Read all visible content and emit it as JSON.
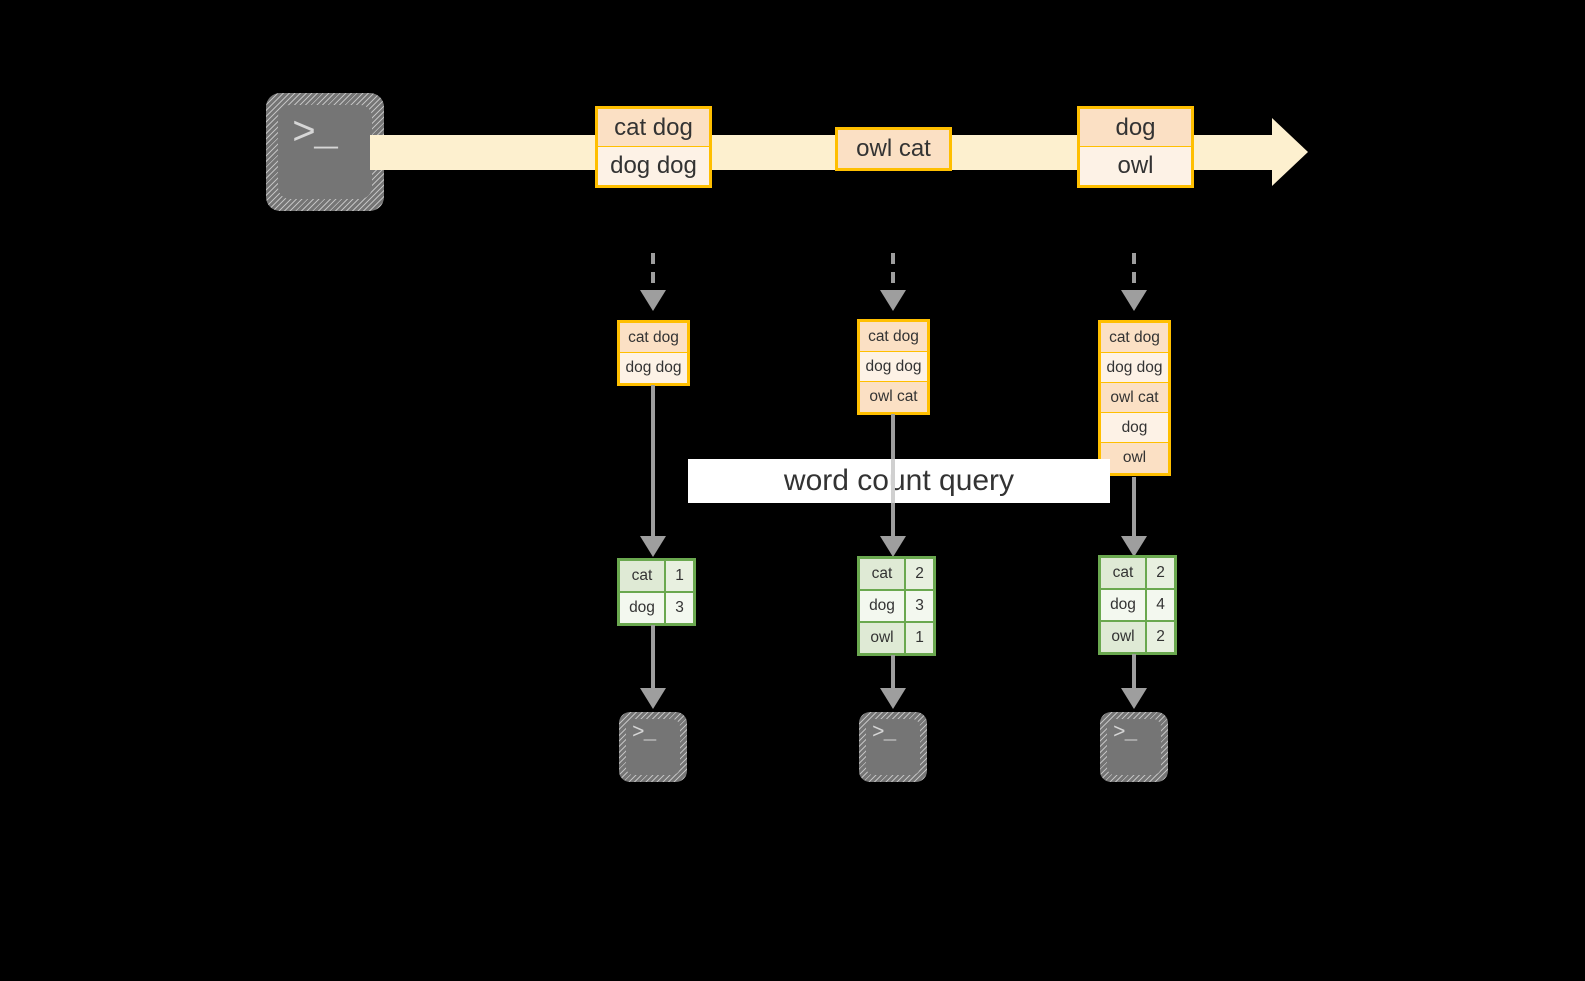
{
  "diagram": {
    "source": {
      "icon": "terminal-icon",
      "prompt_glyph": ">_"
    },
    "stream": {
      "label": "",
      "records": [
        {
          "id": "rec-1",
          "lines": [
            "cat dog",
            "dog dog"
          ]
        },
        {
          "id": "rec-2",
          "lines": [
            "owl cat"
          ]
        },
        {
          "id": "rec-3",
          "lines": [
            "dog",
            "owl"
          ]
        }
      ]
    },
    "accumulated_tables": [
      {
        "id": "acc-1",
        "lines": [
          "cat dog",
          "dog dog"
        ]
      },
      {
        "id": "acc-2",
        "lines": [
          "cat dog",
          "dog dog",
          "owl cat"
        ]
      },
      {
        "id": "acc-3",
        "lines": [
          "cat dog",
          "dog dog",
          "owl cat",
          "dog",
          "owl"
        ]
      }
    ],
    "query": {
      "label": "word count query"
    },
    "results": [
      {
        "id": "res-1",
        "rows": [
          {
            "word": "cat",
            "count": "1"
          },
          {
            "word": "dog",
            "count": "3"
          }
        ]
      },
      {
        "id": "res-2",
        "rows": [
          {
            "word": "cat",
            "count": "2"
          },
          {
            "word": "dog",
            "count": "3"
          },
          {
            "word": "owl",
            "count": "1"
          }
        ]
      },
      {
        "id": "res-3",
        "rows": [
          {
            "word": "cat",
            "count": "2"
          },
          {
            "word": "dog",
            "count": "4"
          },
          {
            "word": "owl",
            "count": "2"
          }
        ]
      }
    ],
    "sinks": [
      {
        "id": "sink-1",
        "icon": "terminal-icon",
        "prompt_glyph": ">_"
      },
      {
        "id": "sink-2",
        "icon": "terminal-icon",
        "prompt_glyph": ">_"
      },
      {
        "id": "sink-3",
        "icon": "terminal-icon",
        "prompt_glyph": ">_"
      }
    ],
    "colors": {
      "background": "#000000",
      "stream_fill": "#fdf0cf",
      "record_border": "#ffbf00",
      "record_fill_shade": "#fbe0c4",
      "record_fill_plain": "#fdf2e6",
      "table_border": "#6aa84f",
      "table_fill": "#eef5e9",
      "arrow_gray": "#9e9e9e",
      "terminal_gray": "#757575",
      "band_white": "#ffffff",
      "text": "#333333"
    }
  }
}
